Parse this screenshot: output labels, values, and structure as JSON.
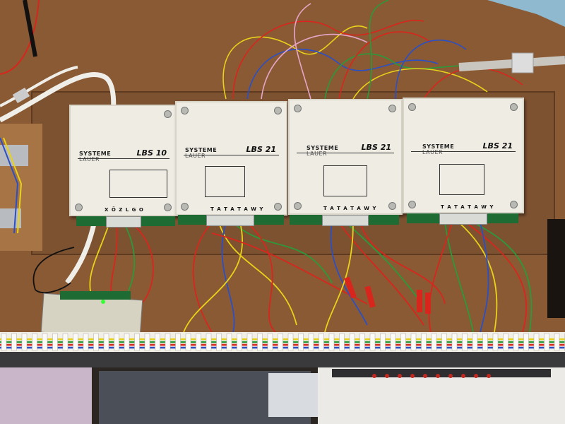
{
  "modules": [
    {
      "model": "LBS 10",
      "brand_line1": "SYSTEME",
      "brand_line2": "LAUER",
      "terminals": "X Ö Z L G O"
    },
    {
      "model": "LBS 21",
      "brand_line1": "SYSTEME",
      "brand_line2": "LAUER",
      "terminals": "T A T A T A W Y"
    },
    {
      "model": "LBS 21",
      "brand_line1": "SYSTEME",
      "brand_line2": "LAUER",
      "terminals": "T A T A T A W Y"
    },
    {
      "model": "LBS 21",
      "brand_line1": "SYSTEME",
      "brand_line2": "LAUER",
      "terminals": "T A T A T A W Y"
    }
  ],
  "colors": {
    "wood": "#8a5a34",
    "board": "#7d5231",
    "module_face": "#efece4",
    "pcb_green": "#1f6b34",
    "wire_red": "#d8261c",
    "wire_yellow": "#e8d21a",
    "wire_green": "#2a9a3a",
    "wire_blue": "#2b4fc4"
  }
}
